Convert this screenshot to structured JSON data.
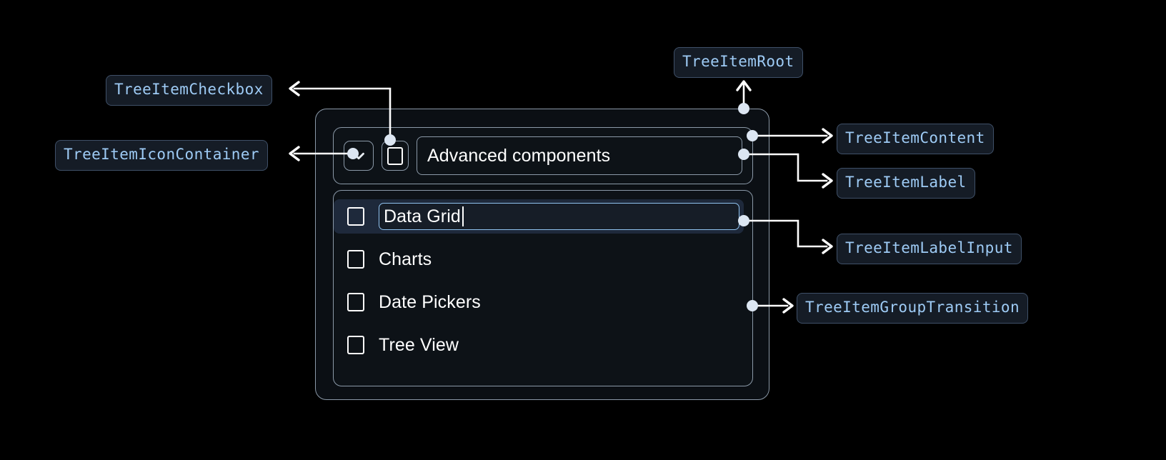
{
  "theme": {
    "page_background": "#000000",
    "badge_background": "#151c26",
    "badge_border": "#3f5068",
    "badge_text": "#9ecbf5",
    "card_background": "#0b0f14",
    "card_border": "#8b99a8",
    "connector_stroke": "#ffffff",
    "connector_dot": "#dce6f2",
    "selected_row_background": "#1e293b",
    "input_focus_border": "#90c2ef",
    "label_text": "#ffffff"
  },
  "annotations": [
    {
      "id": "tree-item-checkbox",
      "label": "TreeItemCheckbox"
    },
    {
      "id": "tree-item-icon-container",
      "label": "TreeItemIconContainer"
    },
    {
      "id": "tree-item-root",
      "label": "TreeItemRoot"
    },
    {
      "id": "tree-item-content",
      "label": "TreeItemContent"
    },
    {
      "id": "tree-item-label",
      "label": "TreeItemLabel"
    },
    {
      "id": "tree-item-label-input",
      "label": "TreeItemLabelInput"
    },
    {
      "id": "tree-item-group-transition",
      "label": "TreeItemGroupTransition"
    }
  ],
  "tree": {
    "root": {
      "expand_icon": "chevron-down-icon",
      "checkbox_icon": "checkbox-unchecked-icon",
      "label": "Advanced components",
      "expanded": true,
      "checked": false
    },
    "children": [
      {
        "label": "Data Grid",
        "editing": true,
        "selected": true,
        "checked": false,
        "input_value": "Data Grid"
      },
      {
        "label": "Charts",
        "editing": false,
        "selected": false,
        "checked": false
      },
      {
        "label": "Date Pickers",
        "editing": false,
        "selected": false,
        "checked": false
      },
      {
        "label": "Tree View",
        "editing": false,
        "selected": false,
        "checked": false
      }
    ]
  }
}
